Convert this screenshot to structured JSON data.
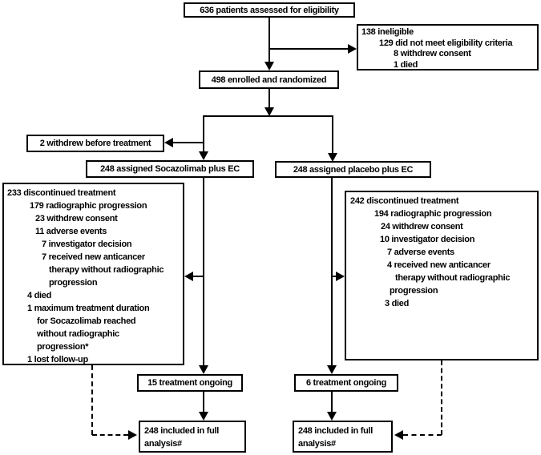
{
  "flow": {
    "title_hint": "CONSORT patient flow diagram",
    "colors": {
      "box_border": "#000000",
      "background": "#ffffff",
      "text": "#000000"
    },
    "eligibility": "636 patients assessed for eligibility",
    "ineligible": {
      "lines": [
        "138 ineligible",
        "129 did not meet eligibility criteria",
        "8 withdrew consent",
        "1 died"
      ]
    },
    "enrolled": "498 enrolled and randomized",
    "withdrew_before_treatment": "2 withdrew before treatment",
    "left_arm": {
      "assigned": "248 assigned Socazolimab plus EC",
      "discontinued": {
        "lines": [
          "233 discontinued treatment",
          "179 radiographic progression",
          "23 withdrew consent",
          "11 adverse events",
          "7 investigator decision",
          "7 received new anticancer",
          "therapy without radiographic",
          "progression",
          "4 died",
          "1 maximum treatment duration",
          "for Socazolimab reached",
          "without radiographic",
          "progression*",
          "1 lost follow-up"
        ]
      },
      "ongoing": "15 treatment ongoing",
      "analysis": "248 included in full analysis#"
    },
    "right_arm": {
      "assigned": "248 assigned placebo plus EC",
      "discontinued": {
        "lines": [
          "242 discontinued treatment",
          "194 radiographic progression",
          "24 withdrew consent",
          "10 investigator decision",
          "7 adverse events",
          "4 received new anticancer",
          "therapy without radiographic",
          "progression",
          "3 died"
        ]
      },
      "ongoing": "6 treatment ongoing",
      "analysis": "248 included in full analysis#"
    }
  }
}
